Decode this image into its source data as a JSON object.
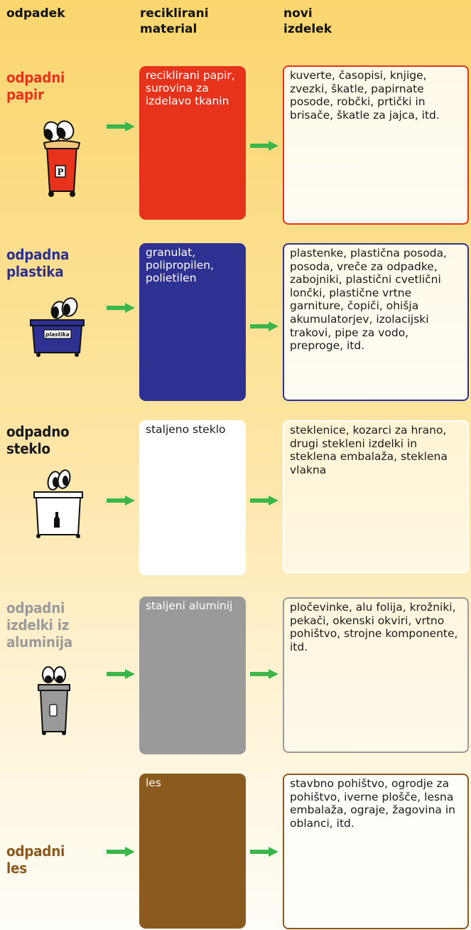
{
  "headers": {
    "waste": "odpadek",
    "material": "reciklirani\nmaterial",
    "product": "novi\nizdelek"
  },
  "rows": [
    {
      "title": "odpadni\npapir",
      "material": "reciklirani papir, surovina za izdelavo tkanin",
      "product": "kuverte, časopisi, knjige, zvezki, škatle, papirnate posode, robčki, prtički in brisače, škatle za jajca, itd.",
      "bin_label": "P",
      "color": "#e8331c"
    },
    {
      "title": "odpadna\nplastika",
      "material": "granulat, polipropilen, polietilen",
      "product": "plastenke, plastična posoda, posoda, vreče za odpadke, zabojniki, plastični cvetlični lončki, plastične vrtne garniture, čopiči, ohišja akumulatorjev, izolacijski trakovi, pipe za vodo, preproge, itd.",
      "bin_label": "plastika",
      "color": "#2e3192"
    },
    {
      "title": "odpadno\nsteklo",
      "material": "staljeno steklo",
      "product": "steklenice, kozarci za hrano, drugi stekleni izdelki in steklena embalaža, steklena vlakna",
      "color": "#1a1a1a"
    },
    {
      "title": "odpadni\nizdelki iz\naluminija",
      "material": "staljeni aluminij",
      "product": "pločevinke, alu folija, krožniki, pekači, okenski okviri, vrtno pohištvo, strojne komponente, itd.",
      "color": "#9a9a9a"
    },
    {
      "title": "odpadni\nles",
      "material": "les",
      "product": "stavbno pohištvo, ogrodje za pohištvo, iverne plošče, lesna embalaža, ograje, žagovina in oblanci, itd.",
      "color": "#8b5a1e"
    }
  ],
  "colors": {
    "arrow": "#3cb54a",
    "paper": "#e8331c",
    "plastic": "#2e3192",
    "glass_box": "#ffffff",
    "aluminium": "#9a9a9a",
    "wood": "#8b5a1e"
  }
}
